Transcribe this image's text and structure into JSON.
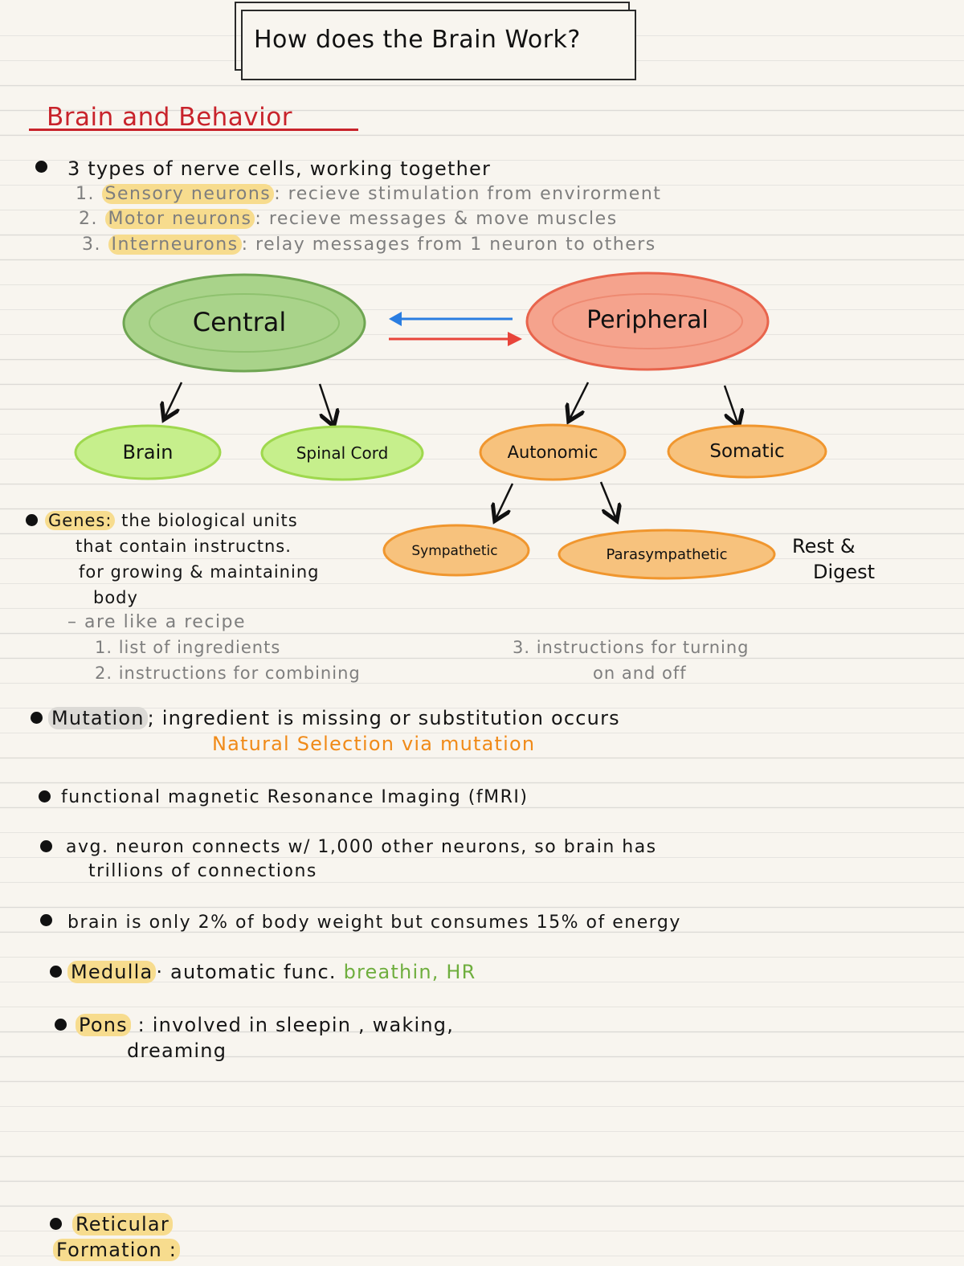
{
  "title": "How does the Brain Work?",
  "heading": "Brain and Behavior",
  "nerve_cells": {
    "intro": "3 types of nerve cells, working together",
    "items": [
      {
        "num": "1.",
        "term": "Sensory neurons",
        "desc": ": recieve stimulation from envirorment"
      },
      {
        "num": "2.",
        "term": "Motor neurons",
        "desc": ": recieve messages & move muscles"
      },
      {
        "num": "3.",
        "term": "Interneurons",
        "desc": ": relay messages from 1 neuron to others"
      }
    ]
  },
  "diagram": {
    "central": "Central",
    "peripheral": "Peripheral",
    "brain": "Brain",
    "spinal_cord": "Spinal Cord",
    "autonomic": "Autonomic",
    "somatic": "Somatic",
    "sympathetic": "Sympathetic",
    "parasympathetic": "Parasympathetic",
    "rest_digest_1": "Rest &",
    "rest_digest_2": "Digest",
    "colors": {
      "green_fill": "#a9d38a",
      "green_stroke": "#6fa552",
      "lime_fill": "#c6ef8c",
      "lime_stroke": "#9fd84e",
      "red_fill": "#f5a38d",
      "red_stroke": "#e8644c",
      "orange_fill": "#f7c27d",
      "orange_stroke": "#f0962e",
      "blue_arrow": "#2a7de1",
      "red_arrow": "#e8443a"
    }
  },
  "genes": {
    "term": "Genes:",
    "line1": "the biological units",
    "line2": "that contain instructns.",
    "line3": "for growing & maintaining",
    "line4": "body",
    "sub": "– are like a recipe",
    "list1": "1. list of ingredients",
    "list2": "2. instructions for combining",
    "list3a": "3. instructions for turning",
    "list3b": "on and off"
  },
  "mutation": {
    "term": "Mutation",
    "desc": "; ingredient is missing or substitution occurs",
    "note": "Natural Selection via mutation"
  },
  "fmri": "functional magnetic Resonance Imaging (fMRI)",
  "neuron_connections": {
    "line1": "avg. neuron connects w/ 1,000 other neurons, so brain has",
    "line2": "trillions of connections"
  },
  "brain_weight": "brain is only 2% of body weight but consumes 15% of energy",
  "medulla": {
    "term": "Medulla",
    "desc": "· automatic func.",
    "note": "breathin, HR"
  },
  "pons": {
    "term": "Pons",
    "desc": ": involved in sleepin , waking,",
    "desc2": "dreaming"
  },
  "reticular": {
    "term1": "Reticular",
    "term2": "Formation :"
  }
}
